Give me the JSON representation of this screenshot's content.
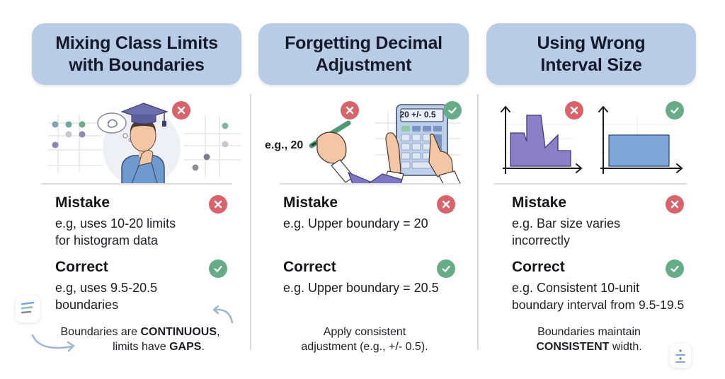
{
  "columns": [
    {
      "header": {
        "line1": "Mixing Class Limits",
        "line2": "with Boundaries"
      },
      "illustration": {
        "type": "confused-student",
        "badge": "x-circle-icon"
      },
      "mistake": {
        "label": "Mistake",
        "line1": "e.g, uses 10-20 limits",
        "line2": "for histogram data"
      },
      "correct": {
        "label": "Correct",
        "line1": "e.g, uses 9.5-20.5",
        "line2": "boundaries"
      },
      "note": {
        "line1_pre": "Boundaries are ",
        "line1_bold": "CONTINUOUS",
        "line1_post": ",",
        "line2_pre": "limits have ",
        "line2_bold": "GAPS",
        "line2_post": "."
      }
    },
    {
      "header": {
        "line1": "Forgetting Decimal",
        "line2": "Adjustment"
      },
      "illustration": {
        "type": "writing-and-calculator",
        "written_text": "e.g., 20",
        "calculator_display": "20 +/- 0.5"
      },
      "mistake": {
        "label": "Mistake",
        "line1": "e.g. Upper boundary = 20"
      },
      "correct": {
        "label": "Correct",
        "line1": "e.g. Upper boundary = 20.5"
      },
      "note": {
        "line1": "Apply consistent",
        "line2": "adjustment (e.g., +/- 0.5)."
      }
    },
    {
      "header": {
        "line1": "Using Wrong",
        "line2": "Interval Size"
      },
      "illustration": {
        "type": "histogram-comparison"
      },
      "mistake": {
        "label": "Mistake",
        "line1": "e.g. Bar size varies",
        "line2": "incorrectly"
      },
      "correct": {
        "label": "Correct",
        "line1": "e.g. Consistent 10-unit",
        "line2": "boundary interval from 9.5-19.5"
      },
      "note": {
        "line1": "Boundaries maintain",
        "line2_bold": "CONSISTENT",
        "line2_post": " width."
      }
    }
  ],
  "colors": {
    "header_bg": "#b9cce6",
    "mistake_red": "#d9636b",
    "correct_green": "#66ad87",
    "histogram_wrong": "#8b80c7",
    "histogram_right": "#7fa6d6"
  }
}
